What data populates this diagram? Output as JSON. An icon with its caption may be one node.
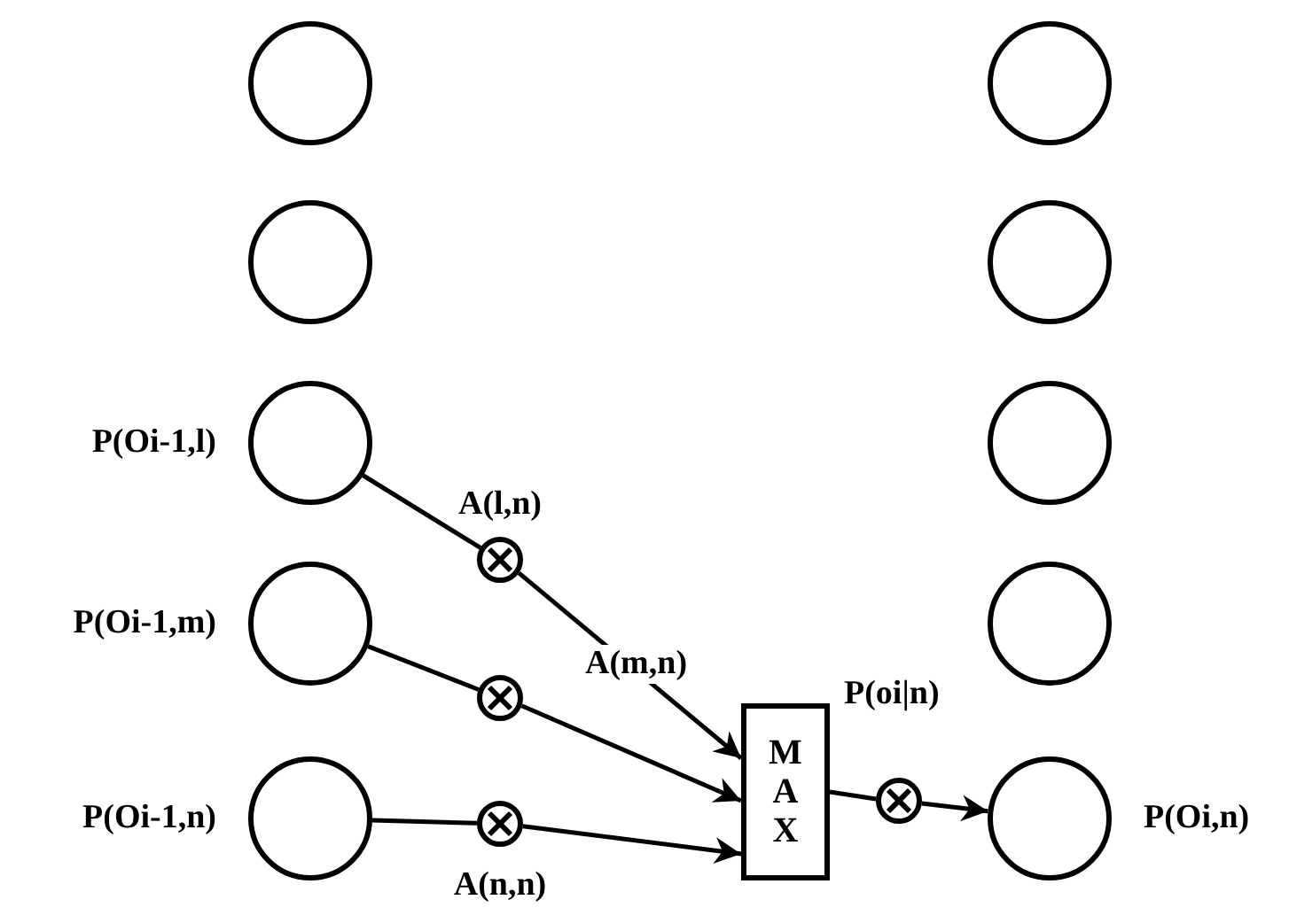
{
  "diagram": {
    "nodes": [
      {
        "text": [],
        "shape": "circle"
      },
      {
        "text": [],
        "shape": "circle"
      },
      {
        "text": [],
        "shape": "circle"
      },
      {
        "text": [],
        "shape": "circle"
      },
      {
        "text": [],
        "shape": "circle",
        "beside": [
          "P(Oi-1,l)"
        ]
      },
      {
        "text": [],
        "shape": "circle"
      },
      {
        "text": [],
        "shape": "circle",
        "beside": [
          "A(l,n)"
        ]
      },
      {
        "text": [],
        "shape": "circle",
        "beside": [
          "P(Oi-1,m)"
        ]
      },
      {
        "text": [],
        "shape": "circle"
      },
      {
        "text": [],
        "shape": "circle"
      },
      {
        "text": [
          "M A X"
        ]
      },
      {
        "text": [],
        "shape": "circle",
        "beside": [
          "P(Oi-1,n)"
        ]
      },
      {
        "text": [],
        "shape": "circle",
        "beside": [
          "A(n,n)"
        ]
      },
      {
        "text": [],
        "shape": "circle"
      },
      {
        "text": [],
        "shape": "circle",
        "beside": [
          "P(Oi,n)"
        ]
      }
    ],
    "edges": [
      {
        "from": 4,
        "to": 6,
        "arrow": "none"
      },
      {
        "from": 6,
        "to": 10,
        "arrow": "to"
      },
      {
        "from": 7,
        "to": 9,
        "arrow": "none"
      },
      {
        "from": 9,
        "to": 10,
        "arrow": "to"
      },
      {
        "from": 11,
        "to": 12,
        "arrow": "none"
      },
      {
        "from": 12,
        "to": 10,
        "arrow": "to"
      },
      {
        "from": 10,
        "to": 13,
        "arrow": "none"
      },
      {
        "from": 13,
        "to": 14,
        "arrow": "to"
      }
    ],
    "labels": [
      "A(m,n)",
      "P(oi|n)"
    ]
  }
}
